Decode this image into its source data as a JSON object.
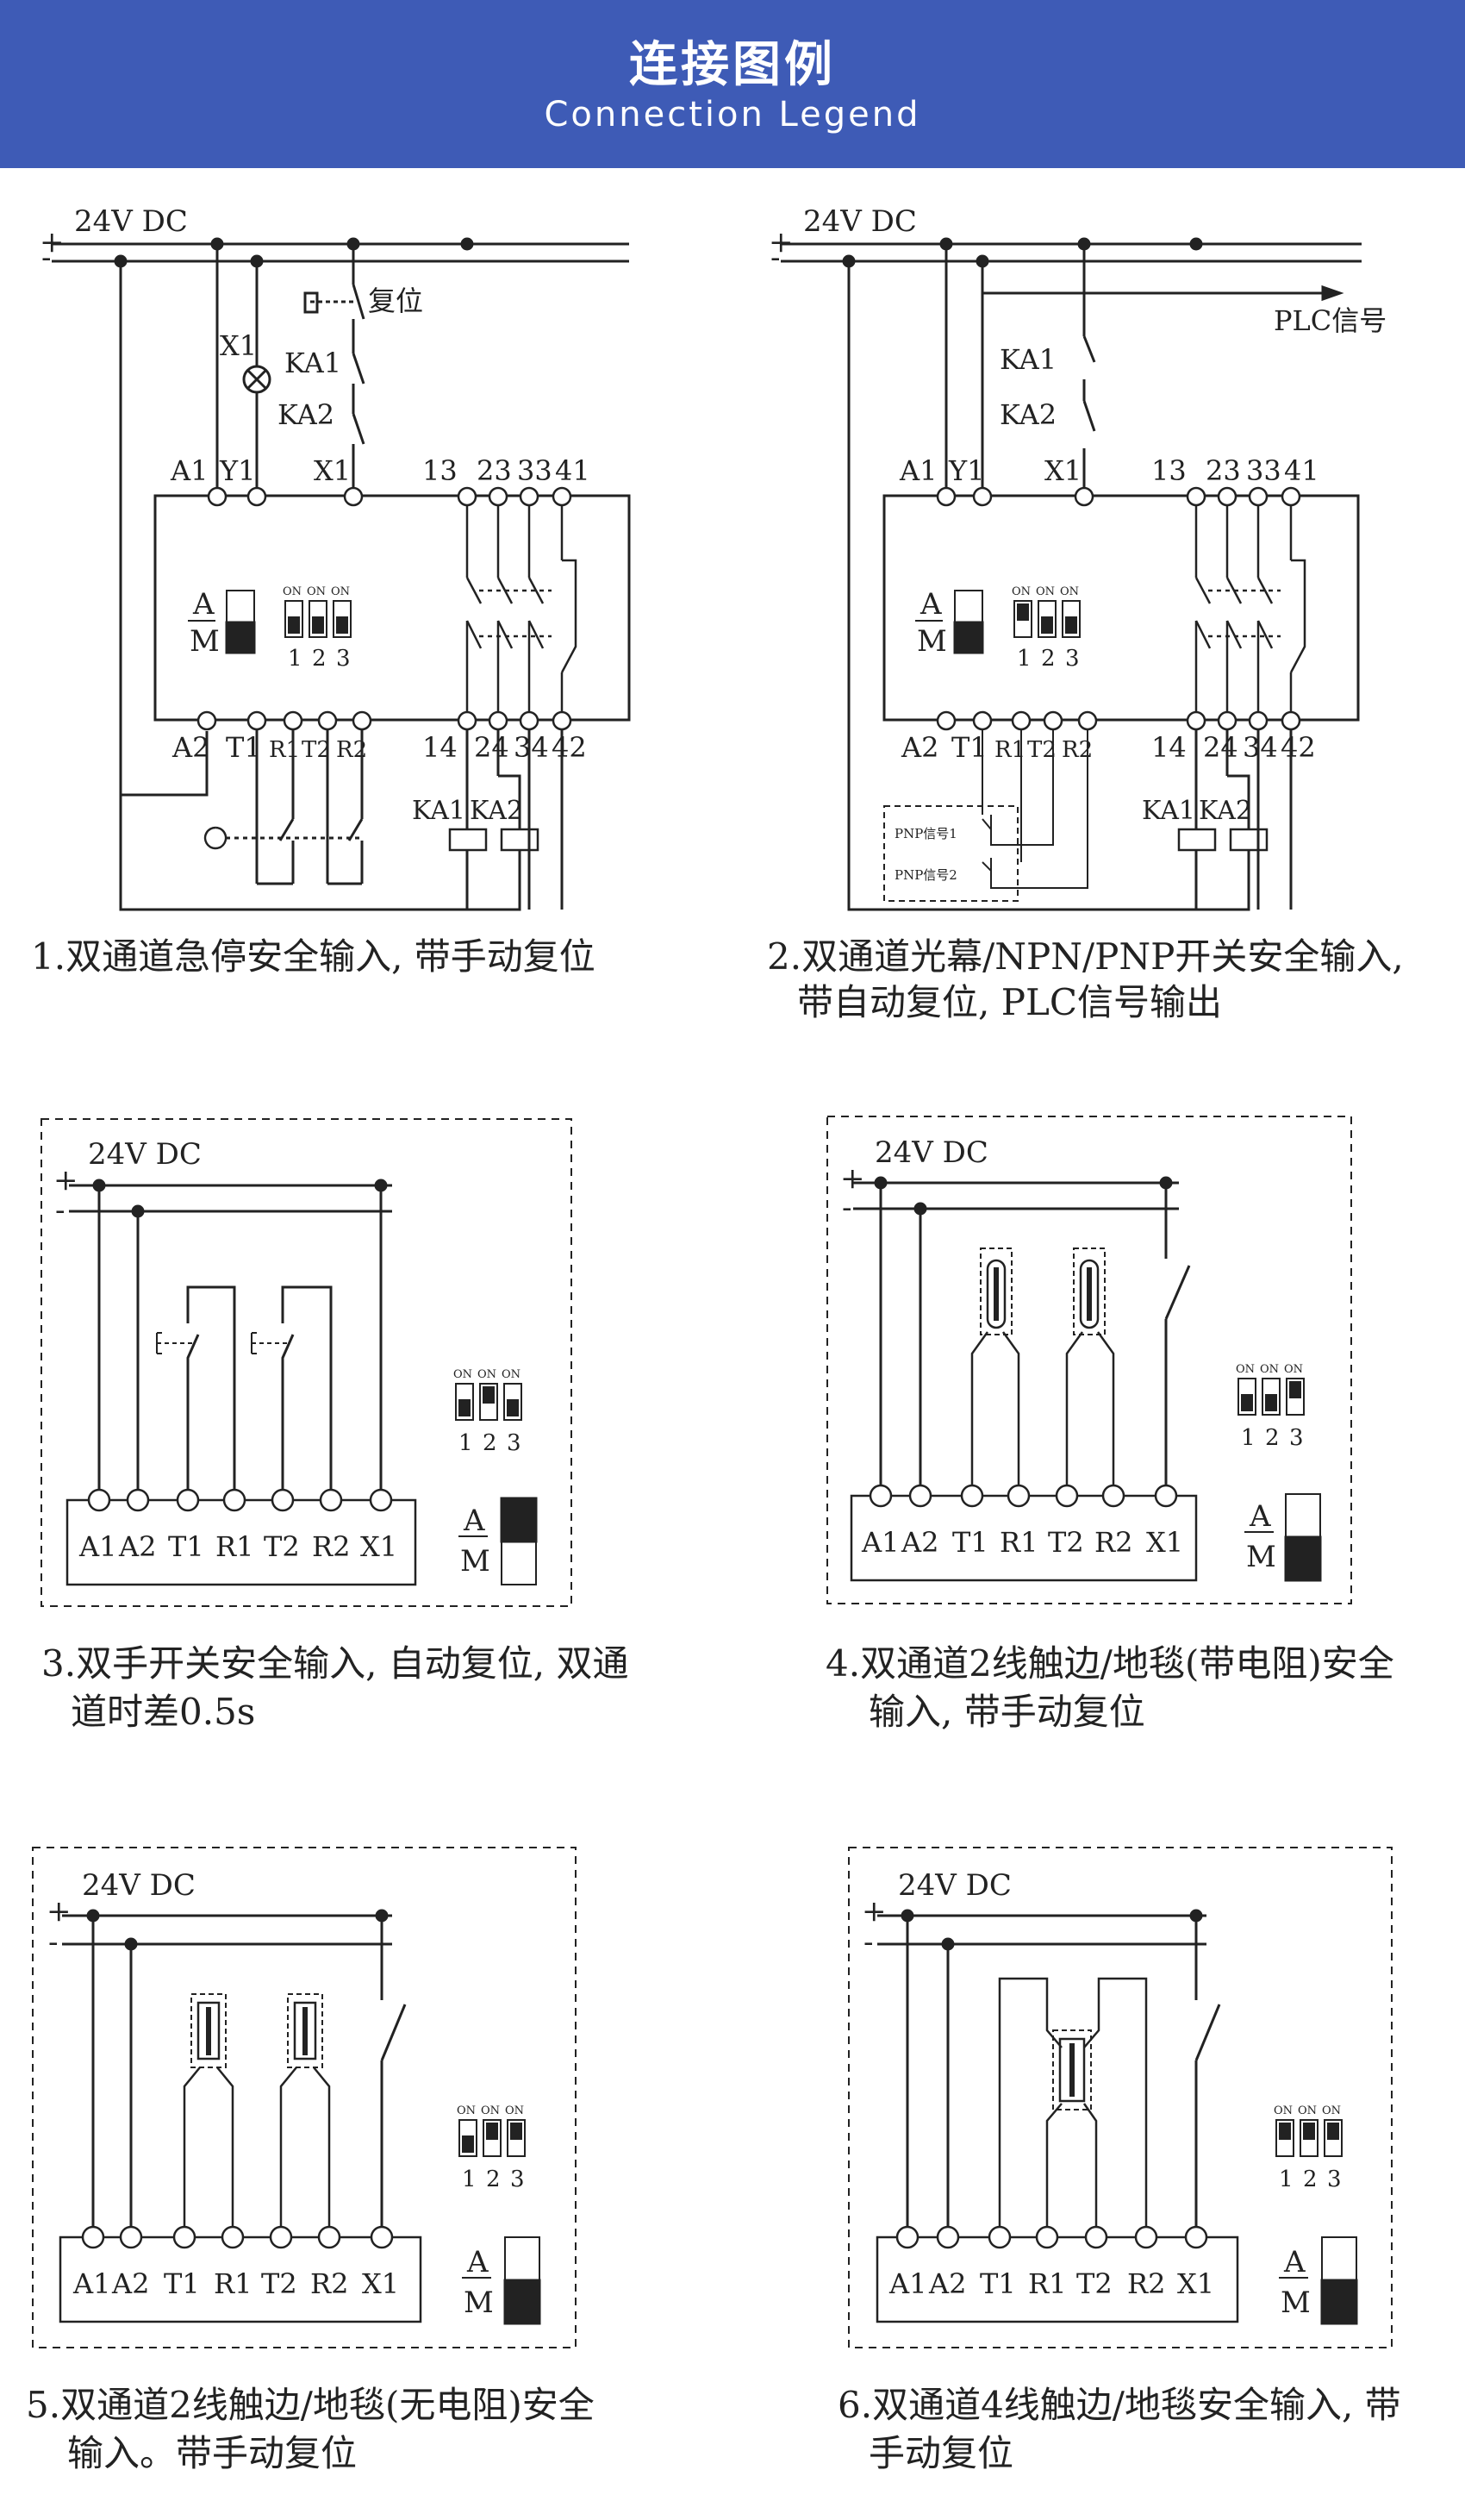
{
  "header": {
    "title_cn": "连接图例",
    "title_en": "Connection Legend"
  },
  "supply": {
    "voltage": "24V DC",
    "plus": "+",
    "minus": "-"
  },
  "dip": {
    "on": "ON",
    "n1": "1",
    "n2": "2",
    "n3": "3"
  },
  "mode": {
    "a": "A",
    "m": "M"
  },
  "d1": {
    "labels": {
      "reset": "复位",
      "x1": "X1",
      "ka1": "KA1",
      "ka2": "KA2"
    },
    "top": {
      "a1": "A1",
      "y1": "Y1",
      "x1": "X1",
      "t13": "13",
      "t23": "23",
      "t33": "33",
      "t41": "41"
    },
    "bottom": {
      "a2": "A2",
      "t1": "T1",
      "r1": "R1",
      "t2": "T2",
      "r2": "R2",
      "t14": "14",
      "t24": "24",
      "t34": "34",
      "t42": "42"
    },
    "coils": {
      "ka1": "KA1",
      "ka2": "KA2"
    },
    "caption": "1.双通道急停安全输入, 带手动复位"
  },
  "d2": {
    "labels": {
      "ka1": "KA1",
      "ka2": "KA2",
      "plc": "PLC信号",
      "pnp1": "PNP信号1",
      "pnp2": "PNP信号2"
    },
    "top": {
      "a1": "A1",
      "y1": "Y1",
      "x1": "X1",
      "t13": "13",
      "t23": "23",
      "t33": "33",
      "t41": "41"
    },
    "bottom": {
      "a2": "A2",
      "t1": "T1",
      "r1": "R1",
      "t2": "T2",
      "r2": "R2",
      "t14": "14",
      "t24": "24",
      "t34": "34",
      "t42": "42"
    },
    "coils": {
      "ka1": "KA1",
      "ka2": "KA2"
    },
    "caption1": "2.双通道光幕/NPN/PNP开关安全输入,",
    "caption2": "带自动复位, PLC信号输出"
  },
  "terminals": {
    "a1": "A1",
    "a2": "A2",
    "t1": "T1",
    "r1": "R1",
    "t2": "T2",
    "r2": "R2",
    "x1": "X1"
  },
  "d3": {
    "caption1": "3.双手开关安全输入, 自动复位, 双通",
    "caption2": "道时差0.5s"
  },
  "d4": {
    "caption1": "4.双通道2线触边/地毯(带电阻)安全",
    "caption2": "输入, 带手动复位"
  },
  "d5": {
    "caption1": "5.双通道2线触边/地毯(无电阻)安全",
    "caption2": "输入。带手动复位"
  },
  "d6": {
    "caption1": "6.双通道4线触边/地毯安全输入, 带",
    "caption2": "手动复位"
  }
}
